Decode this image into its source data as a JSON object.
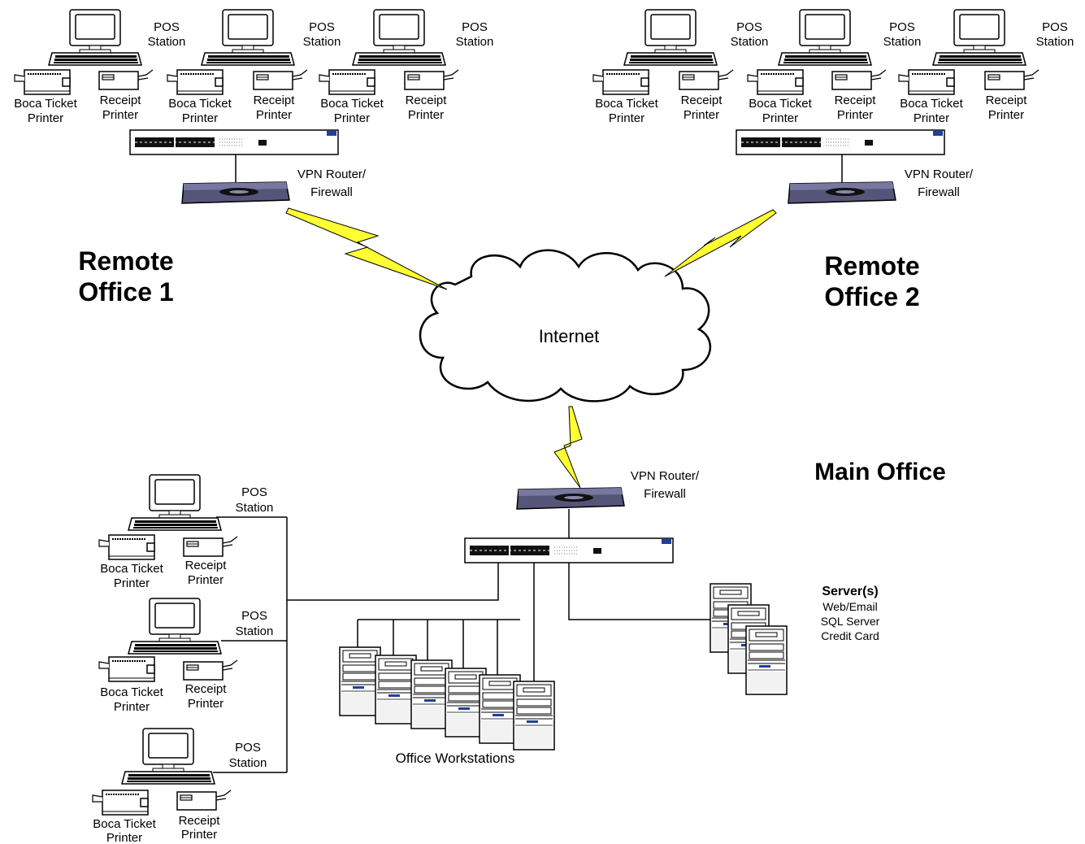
{
  "colors": {
    "line": "#000000",
    "lightning": "#ffff33",
    "device_body": "#ffffff",
    "router_body": "#55557a",
    "port_dark": "#111111",
    "accent_blue": "#1f3f9f"
  },
  "icons": {
    "pos_station": "computer-with-keyboard-icon",
    "ticket_printer": "ticket-printer-icon",
    "receipt_printer": "receipt-printer-icon",
    "switch": "network-switch-icon",
    "router": "vpn-router-icon",
    "cloud": "internet-cloud-icon",
    "lightning": "lightning-bolt-icon",
    "server": "tower-server-icon"
  },
  "labels": {
    "pos": [
      "POS",
      "Station"
    ],
    "boca": [
      "Boca Ticket",
      "Printer"
    ],
    "receipt": [
      "Receipt",
      "Printer"
    ],
    "router": [
      "VPN Router/",
      "Firewall"
    ]
  },
  "remote_office_1": {
    "title": [
      "Remote",
      "Office 1"
    ],
    "stations": 3
  },
  "remote_office_2": {
    "title": [
      "Remote",
      "Office 2"
    ],
    "stations": 3
  },
  "internet": {
    "label": "Internet"
  },
  "main_office": {
    "title": "Main Office",
    "stations": 3,
    "workstations_label": "Office Workstations",
    "workstation_count": 6,
    "servers": {
      "title": "Server(s)",
      "roles": [
        "Web/Email",
        "SQL Server",
        "Credit Card"
      ],
      "count": 3
    }
  }
}
